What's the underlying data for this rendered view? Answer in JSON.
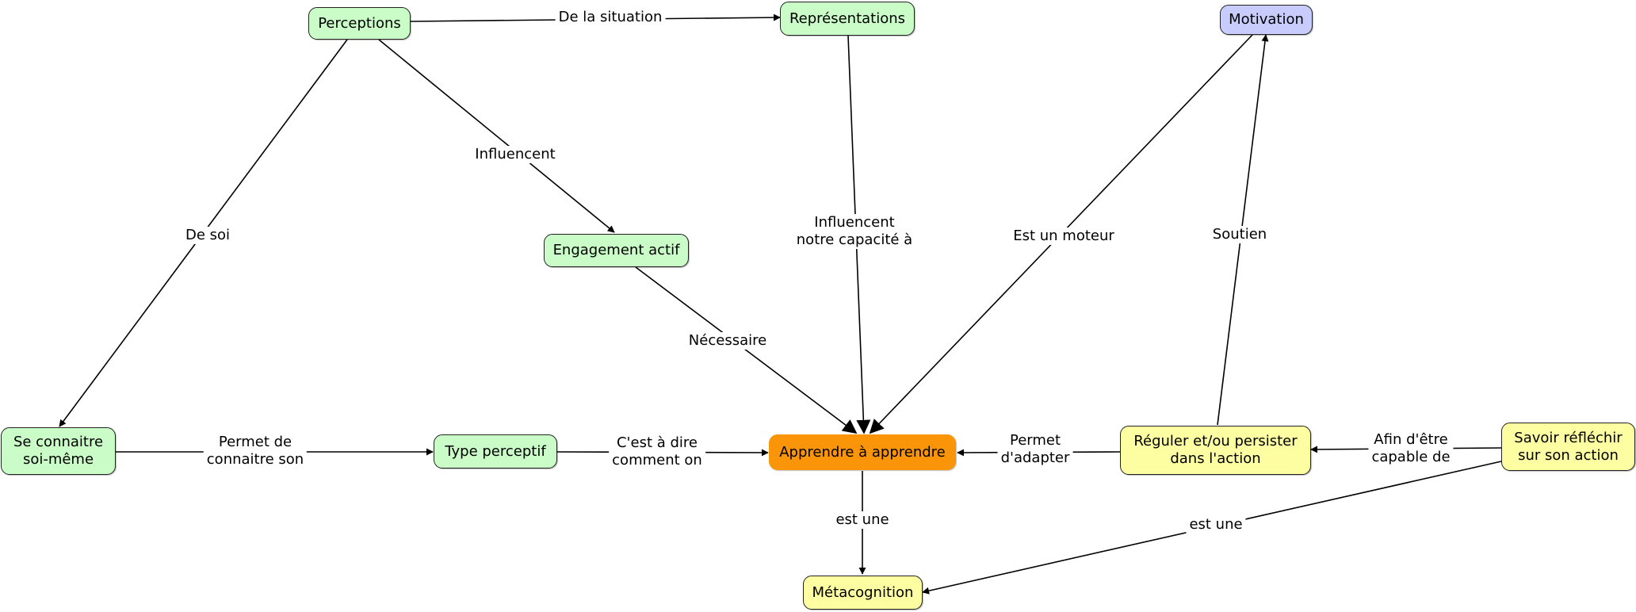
{
  "nodes": {
    "perceptions": {
      "label": "Perceptions",
      "color": "#c9fcc6"
    },
    "representations": {
      "label": "Représentations",
      "color": "#c9fcc6"
    },
    "motivation": {
      "label": "Motivation",
      "color": "#c8ccfc"
    },
    "engagement": {
      "label": "Engagement actif",
      "color": "#c9fcc6"
    },
    "se_connaitre": {
      "label": "Se connaitre\nsoi-même",
      "color": "#c9fcc6"
    },
    "type_perceptif": {
      "label": "Type perceptif",
      "color": "#c9fcc6"
    },
    "apprendre": {
      "label": "Apprendre à apprendre",
      "color": "#fa950a"
    },
    "reguler": {
      "label": "Réguler et/ou persister\ndans l'action",
      "color": "#fdfda2"
    },
    "savoir": {
      "label": "Savoir réfléchir\nsur son action",
      "color": "#fdfda2"
    },
    "metacognition": {
      "label": "Métacognition",
      "color": "#fdfda2"
    }
  },
  "edges": {
    "de_la_situation": "De la situation",
    "influencent": "Influencent",
    "de_soi": "De soi",
    "influencent_capacite": "Influencent\nnotre capacité à",
    "est_un_moteur": "Est un moteur",
    "soutien": "Soutien",
    "necessaire": "Nécessaire",
    "permet_connaitre": "Permet de\nconnaitre son",
    "cest_a_dire": "C'est à dire\ncomment on",
    "permet_adapter": "Permet\nd'adapter",
    "afin_capable": "Afin d'être\ncapable de",
    "est_une_1": "est une",
    "est_une_2": "est une"
  }
}
